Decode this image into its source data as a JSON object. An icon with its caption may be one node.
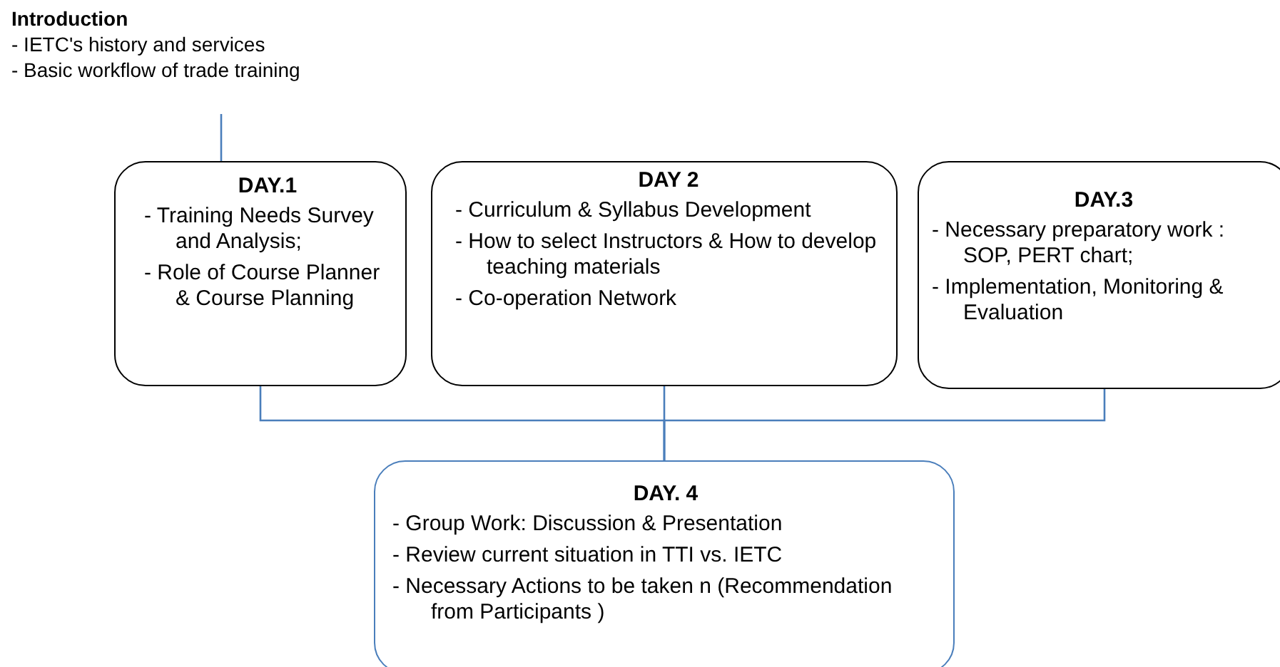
{
  "diagram": {
    "nodes": [
      {
        "text": [
          "Introduction",
          "- IETC's history and services",
          "- Basic workflow of trade training"
        ]
      },
      {
        "text": [
          "DAY.1",
          "- Training Needs Survey and Analysis;",
          "- Role of Course Planner & Course Planning"
        ]
      },
      {
        "text": [
          "DAY 2",
          "- Curriculum & Syllabus Development",
          "- How to select Instructors & How to develop teaching materials",
          "- Co-operation Network"
        ]
      },
      {
        "text": [
          "DAY.3",
          "- Necessary preparatory work :  SOP, PERT chart;",
          "- Implementation, Monitoring & Evaluation"
        ]
      },
      {
        "text": [
          "DAY. 4",
          "- Group Work: Discussion & Presentation",
          "- Review current situation in TTI vs. IETC",
          "- Necessary Actions to be taken n (Recommendation from Participants )"
        ]
      }
    ],
    "edges": [
      {
        "from": 0,
        "to": 1,
        "arrow": "none"
      },
      {
        "from": 1,
        "to": 4,
        "arrow": "none"
      },
      {
        "from": 2,
        "to": 4,
        "arrow": "none"
      },
      {
        "from": 3,
        "to": 4,
        "arrow": "none"
      }
    ]
  }
}
